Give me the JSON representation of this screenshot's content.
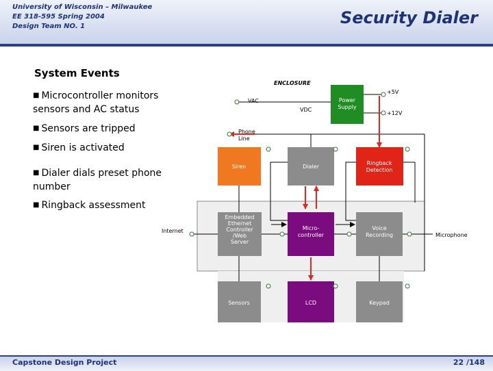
{
  "header": {
    "line1": "University of Wisconsin – Milwaukee",
    "line2": "EE 318-595 Spring 2004",
    "line3": "Design Team NO. 1",
    "title": "Security Dialer"
  },
  "section_title": "System Events",
  "bullets": [
    "Microcontroller monitors sensors and AC status",
    "Sensors are tripped",
    "Siren is activated",
    "Dialer dials preset phone number",
    "Ringback assessment"
  ],
  "diagram": {
    "enclosure": "ENCLOSURE",
    "vac": "VAC",
    "vdc": "VDC",
    "v5": "+5V",
    "v12": "+12V",
    "phone_line": [
      "Phone",
      "Line"
    ],
    "internet": "Internet",
    "microphone": "Microphone",
    "blocks": {
      "power_supply": [
        "Power",
        "Supply"
      ],
      "siren": [
        "Siren"
      ],
      "dialer": [
        "Dialer"
      ],
      "ringback": [
        "Ringback",
        "Detection"
      ],
      "ethernet": [
        "Embedded",
        "Ethernet",
        "Controller",
        "/Web",
        "Server"
      ],
      "micro": [
        "Micro-",
        "controller"
      ],
      "voice": [
        "Voice",
        "Recording"
      ],
      "sensors": [
        "Sensors"
      ],
      "lcd": [
        "LCD"
      ],
      "keypad": [
        "Keypad"
      ]
    },
    "colors": {
      "green": "#1f8c24",
      "red": "#e12418",
      "orange": "#f07820",
      "purple": "#7a0c80",
      "gray": "#8c8c8c",
      "arrow_red": "#e5261c"
    }
  },
  "footer": {
    "left": "Capstone Design Project",
    "page": "22 /148"
  }
}
